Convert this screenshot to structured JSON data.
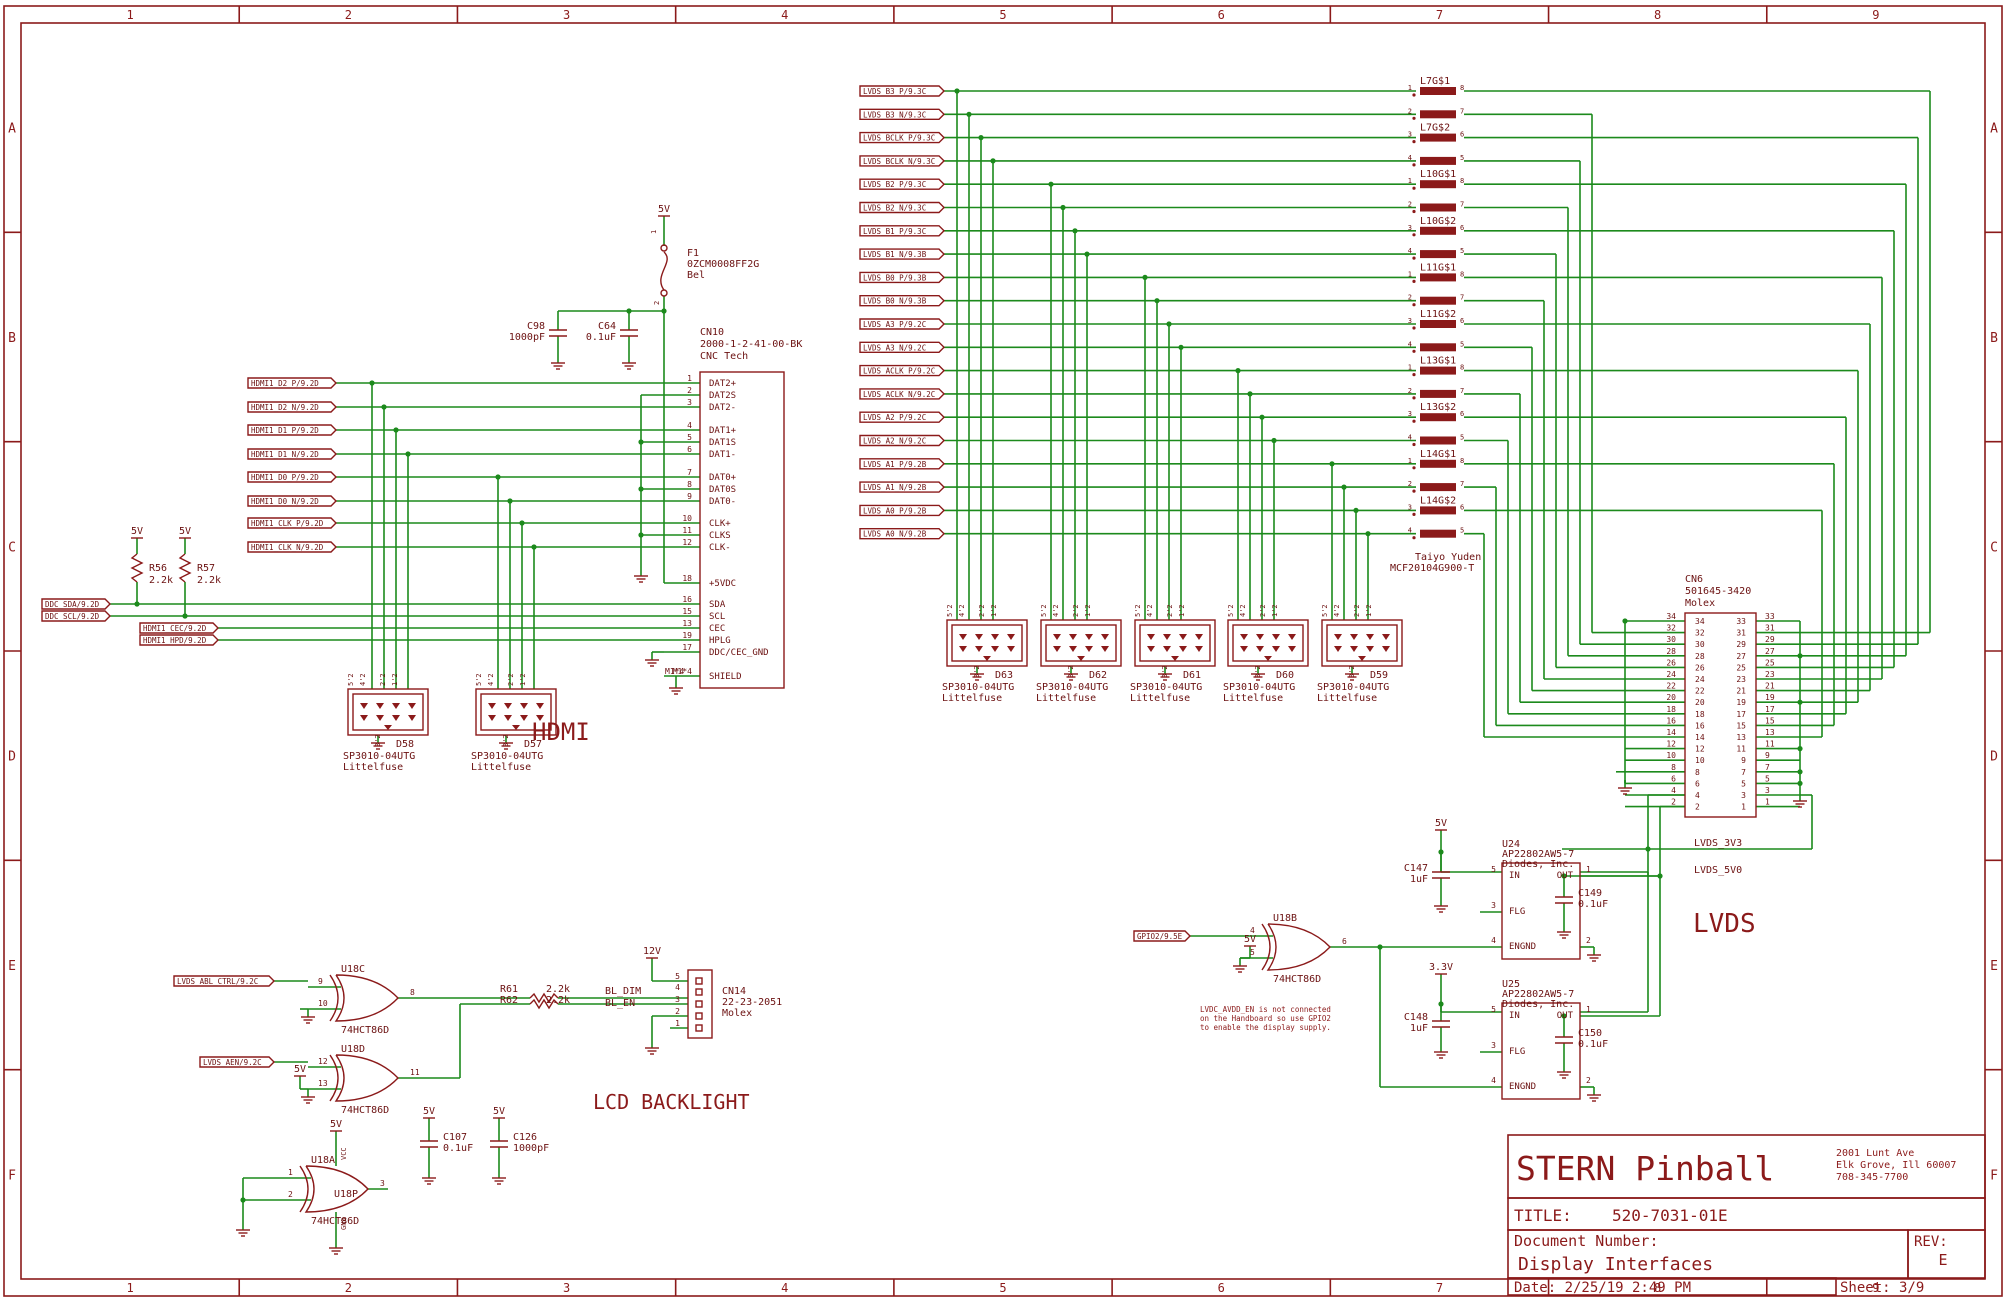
{
  "frame": {
    "columns": [
      "1",
      "2",
      "3",
      "4",
      "5",
      "6",
      "7",
      "8",
      "9"
    ],
    "rows": [
      "A",
      "B",
      "C",
      "D",
      "E",
      "F"
    ]
  },
  "title_block": {
    "company": "STERN Pinball",
    "address": [
      "2001 Lunt Ave",
      "Elk Grove, Ill 60007",
      "708-345-7700"
    ],
    "title_label": "TITLE:",
    "title_value": "520-7031-01E",
    "doc_label": "Document Number:",
    "doc_value": "Display Interfaces",
    "rev_label": "REV:",
    "rev_value": "E",
    "date": "Date: 2/25/19 2:49 PM",
    "sheet": "Sheet: 3/9"
  },
  "sections": {
    "hdmi": "HDMI",
    "lvds": "LVDS",
    "backlight": "LCD BACKLIGHT"
  },
  "hdmi": {
    "ports": [
      "HDMI1_D2_P/9.2D",
      "HDMI1_D2_N/9.2D",
      "HDMI1_D1_P/9.2D",
      "HDMI1_D1_N/9.2D",
      "HDMI1_D0_P/9.2D",
      "HDMI1_D0_N/9.2D",
      "HDMI1_CLK_P/9.2D",
      "HDMI1_CLK_N/9.2D"
    ],
    "ddc_ports": [
      "DDC_SDA/9.2D",
      "DDC_SCL/9.2D"
    ],
    "cec_ports": [
      "HDMI1_CEC/9.2D",
      "HDMI1_HPD/9.2D"
    ],
    "connector": {
      "ref": "CN10",
      "part": "2000-1-2-41-00-BK",
      "mfr": "CNC Tech",
      "pins": [
        {
          "num": "1",
          "name": "DAT2+"
        },
        {
          "num": "2",
          "name": "DAT2S"
        },
        {
          "num": "3",
          "name": "DAT2-"
        },
        {
          "num": "4",
          "name": "DAT1+"
        },
        {
          "num": "5",
          "name": "DAT1S"
        },
        {
          "num": "6",
          "name": "DAT1-"
        },
        {
          "num": "7",
          "name": "DAT0+"
        },
        {
          "num": "8",
          "name": "DAT0S"
        },
        {
          "num": "9",
          "name": "DAT0-"
        },
        {
          "num": "10",
          "name": "CLK+"
        },
        {
          "num": "11",
          "name": "CLKS"
        },
        {
          "num": "12",
          "name": "CLK-"
        },
        {
          "num": "18",
          "name": "+5VDC"
        },
        {
          "num": "16",
          "name": "SDA"
        },
        {
          "num": "15",
          "name": "SCL"
        },
        {
          "num": "13",
          "name": "CEC"
        },
        {
          "num": "19",
          "name": "HPLG"
        },
        {
          "num": "17",
          "name": "DDC/CEC_GND"
        },
        {
          "num": "M1*4",
          "name": "SHIELD"
        }
      ]
    },
    "fuse": {
      "ref": "F1",
      "part": "0ZCM0008FF2G",
      "mfr": "Bel",
      "supply": "5V",
      "pin1": "1",
      "pin2": "2"
    },
    "c98": {
      "ref": "C98",
      "value": "1000pF"
    },
    "c64": {
      "ref": "C64",
      "value": "0.1uF"
    },
    "r56": {
      "ref": "R56",
      "value": "2.2k",
      "supply": "5V"
    },
    "r57": {
      "ref": "R57",
      "value": "2.2k",
      "supply": "5V"
    },
    "d58": {
      "ref": "D58",
      "part": "SP3010-04UTG",
      "mfr": "Littelfuse"
    },
    "d57": {
      "ref": "D57",
      "part": "SP3010-04UTG",
      "mfr": "Littelfuse"
    },
    "tvs_pins": [
      "5'2",
      "4'2",
      "2'2",
      "1'2"
    ],
    "tvs_gnd": "3'2"
  },
  "lvds": {
    "ports": [
      "LVDS_B3_P/9.3C",
      "LVDS_B3_N/9.3C",
      "LVDS_BCLK_P/9.3C",
      "LVDS_BCLK_N/9.3C",
      "LVDS_B2_P/9.3C",
      "LVDS_B2_N/9.3C",
      "LVDS_B1_P/9.3C",
      "LVDS_B1_N/9.3B",
      "LVDS_B0_P/9.3B",
      "LVDS_B0_N/9.3B",
      "LVDS_A3_P/9.2C",
      "LVDS_A3_N/9.2C",
      "LVDS_ACLK_P/9.2C",
      "LVDS_ACLK_N/9.2C",
      "LVDS_A2_P/9.2C",
      "LVDS_A2_N/9.2C",
      "LVDS_A1_P/9.2B",
      "LVDS_A1_N/9.2B",
      "LVDS_A0_P/9.2B",
      "LVDS_A0_N/9.2B"
    ],
    "filters": [
      "L7G$1",
      "L7G$2",
      "L10G$1",
      "L10G$2",
      "L11G$1",
      "L11G$2",
      "L13G$1",
      "L13G$2",
      "L14G$1",
      "L14G$2"
    ],
    "filter_pins": [
      [
        "1",
        "8"
      ],
      [
        "2",
        "7"
      ],
      [
        "3",
        "6"
      ],
      [
        "4",
        "5"
      ]
    ],
    "filter_mfr": "Taiyo Yuden",
    "filter_part": "MCF20104G900-T",
    "tvs": [
      {
        "ref": "D63",
        "part": "SP3010-04UTG",
        "mfr": "Littelfuse"
      },
      {
        "ref": "D62",
        "part": "SP3010-04UTG",
        "mfr": "Littelfuse"
      },
      {
        "ref": "D61",
        "part": "SP3010-04UTG",
        "mfr": "Littelfuse"
      },
      {
        "ref": "D60",
        "part": "SP3010-04UTG",
        "mfr": "Littelfuse"
      },
      {
        "ref": "D59",
        "part": "SP3010-04UTG",
        "mfr": "Littelfuse"
      }
    ],
    "connector": {
      "ref": "CN6",
      "part": "501645-3420",
      "mfr": "Molex",
      "left_pins": [
        "34",
        "32",
        "30",
        "28",
        "26",
        "24",
        "22",
        "20",
        "18",
        "16",
        "14",
        "12",
        "10",
        "8",
        "6",
        "4",
        "2"
      ],
      "right_pins": [
        "33",
        "31",
        "29",
        "27",
        "25",
        "23",
        "21",
        "19",
        "17",
        "15",
        "13",
        "11",
        "9",
        "7",
        "5",
        "3",
        "1"
      ]
    },
    "u24": {
      "ref": "U24",
      "part": "AP22802AW5-7",
      "mfr": "Diodes, Inc.",
      "supply": "5V",
      "pins": {
        "in": "5",
        "out": "1",
        "flg": "3",
        "en": "4",
        "gnd": "2"
      }
    },
    "u25": {
      "ref": "U25",
      "part": "AP22802AW5-7",
      "mfr": "Diodes, Inc.",
      "supply": "3.3V",
      "pins": {
        "in": "5",
        "out": "1",
        "flg": "3",
        "en": "4",
        "gnd": "2"
      }
    },
    "pin_names": {
      "in": "IN",
      "out": "OUT",
      "flg": "FLG",
      "en": "ENGND"
    },
    "c147": {
      "ref": "C147",
      "value": "1uF"
    },
    "c148": {
      "ref": "C148",
      "value": "1uF"
    },
    "c149": {
      "ref": "C149",
      "value": "0.1uF"
    },
    "c150": {
      "ref": "C150",
      "value": "0.1uF"
    },
    "net_3v3": "LVDS_3V3",
    "net_5v0": "LVDS_5V0",
    "gpio_port": "GPIO2/9.5E",
    "u18b": {
      "ref": "U18B",
      "part": "74HCT86D",
      "in1": "4",
      "in2": "5",
      "out": "6",
      "supply": "5V"
    },
    "note": [
      "LVDC_AVDD_EN is not connected",
      "on the Handboard so use GPIO2",
      "to enable the display supply."
    ]
  },
  "backlight": {
    "ports": [
      "LVDS_ABL_CTRL/9.2C",
      "LVDS_AEN/9.2C"
    ],
    "u18c": {
      "ref": "U18C",
      "part": "74HCT86D",
      "in1": "9",
      "in2": "10",
      "out": "8"
    },
    "u18d": {
      "ref": "U18D",
      "part": "74HCT86D",
      "in1": "12",
      "in2": "13",
      "out": "11",
      "supply": "5V"
    },
    "r61": {
      "ref": "R61",
      "value": "2.2k"
    },
    "r62": {
      "ref": "R62",
      "value": "2.2k"
    },
    "net_dim": "BL_DIM",
    "net_en": "BL_EN",
    "cn14": {
      "ref": "CN14",
      "part": "22-23-2051",
      "mfr": "Molex",
      "pins": [
        "5",
        "4",
        "3",
        "2",
        "1"
      ],
      "supply": "12V"
    }
  },
  "power_parts": {
    "u18a": {
      "ref": "U18A",
      "u18p": "U18P",
      "part": "74HCT86D",
      "supply": "5V",
      "in1": "1",
      "in2": "2",
      "out": "3",
      "vcc": "VCC",
      "gnd": "GND"
    },
    "c107": {
      "ref": "C107",
      "value": "0.1uF",
      "supply": "5V"
    },
    "c126": {
      "ref": "C126",
      "value": "1000pF",
      "supply": "5V"
    }
  }
}
